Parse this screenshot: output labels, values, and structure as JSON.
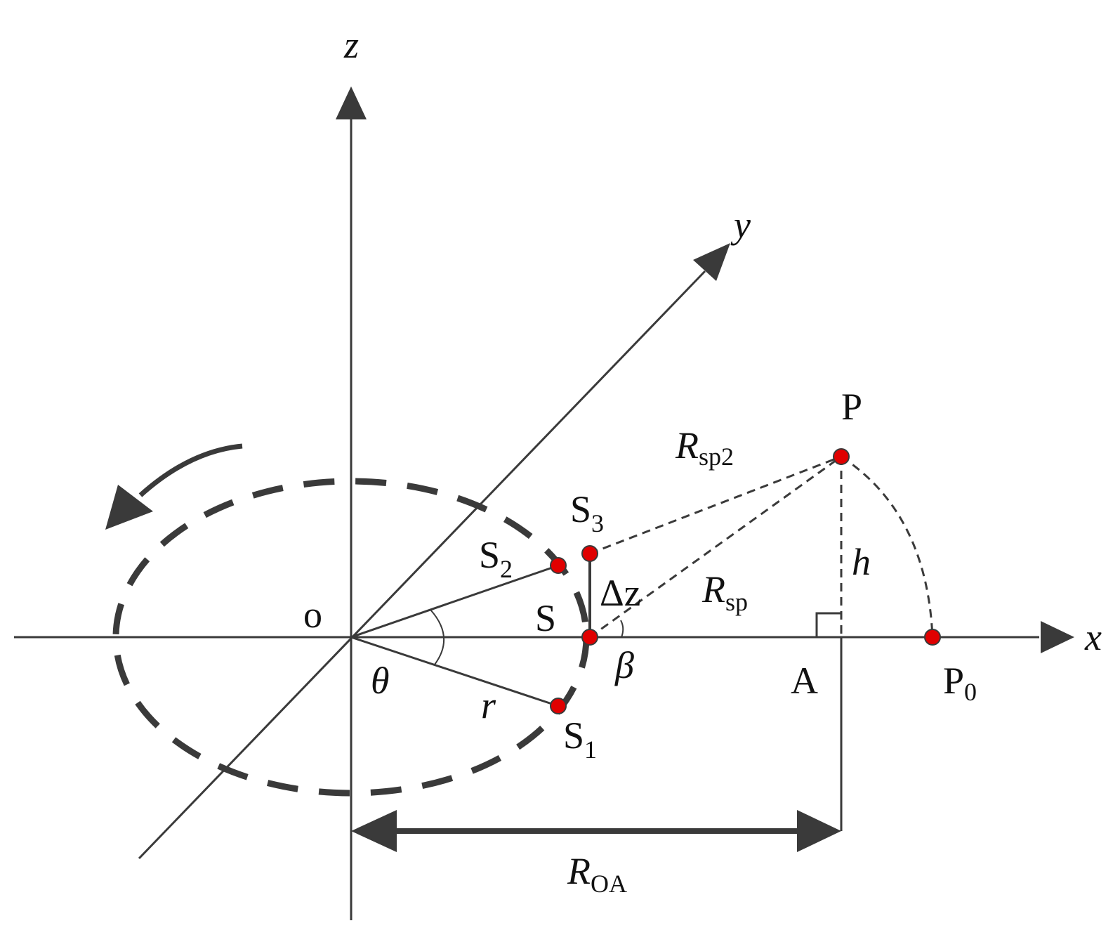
{
  "colors": {
    "line": "#3a3a3a",
    "point": "#e00000",
    "text": "#111111"
  },
  "labels": {
    "z_axis": "z",
    "y_axis": "y",
    "x_axis": "x",
    "origin": "o",
    "s_point": "S",
    "s1_base": "S",
    "s1_sub": "1",
    "s2_base": "S",
    "s2_sub": "2",
    "s3_base": "S",
    "s3_sub": "3",
    "theta": "θ",
    "r": "r",
    "delta_z": "Δz",
    "beta": "β",
    "p": "P",
    "p0_base": "P",
    "p0_sub": "0",
    "a_point": "A",
    "h": "h",
    "rsp_base": "R",
    "rsp_sub": "sp",
    "rsp2_base": "R",
    "rsp2_sub": "sp2",
    "roa_base": "R",
    "roa_sub": "OA"
  }
}
